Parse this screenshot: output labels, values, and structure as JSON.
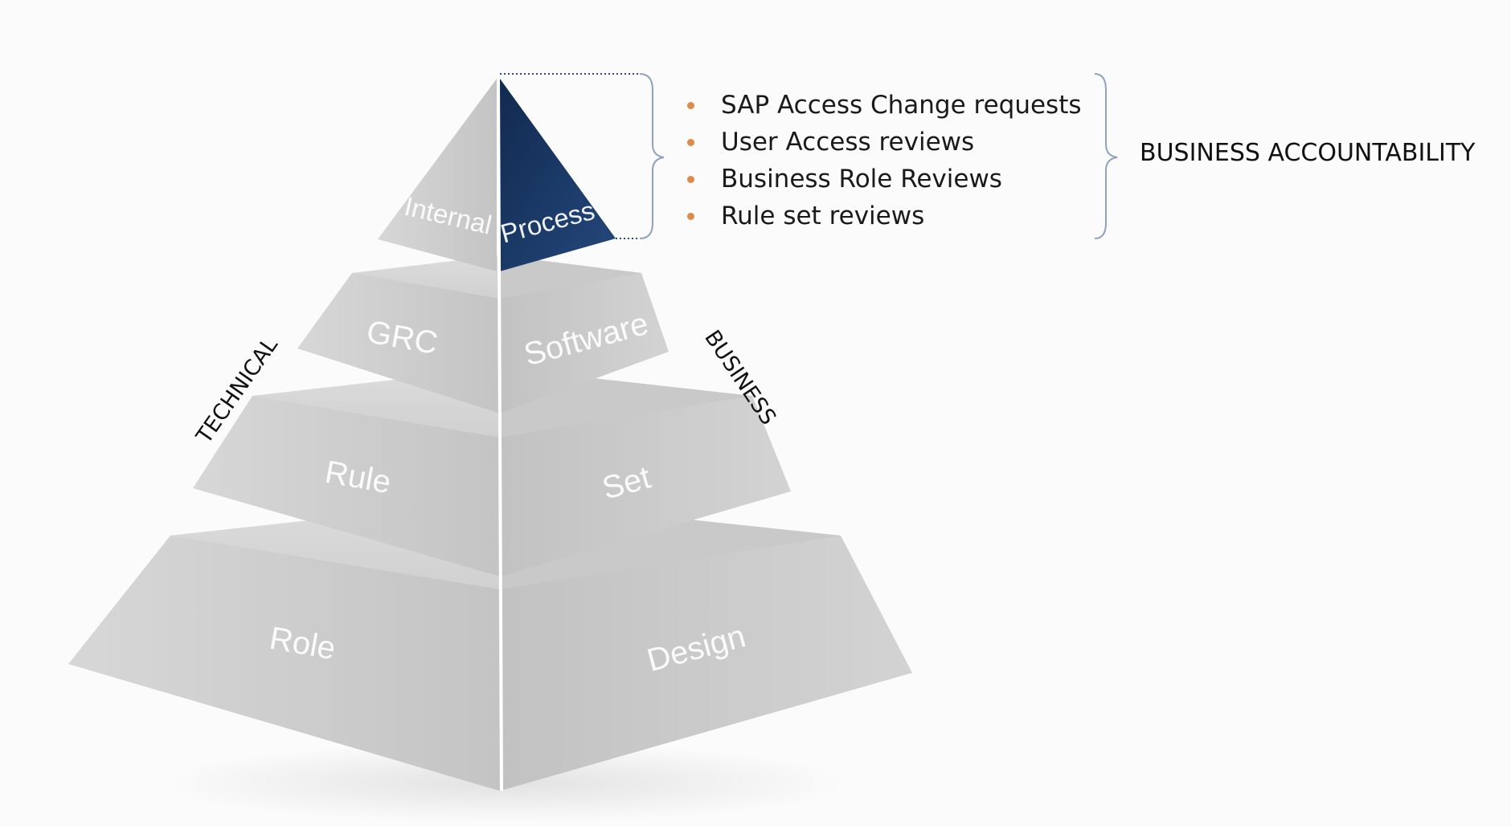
{
  "pyramid": {
    "apex_left": "Internal",
    "apex_right": "Process",
    "tier2_left": "GRC",
    "tier2_right": "Software",
    "tier3_left": "Rule",
    "tier3_right": "Set",
    "tier4_left": "Role",
    "tier4_right": "Design",
    "left_side": "TECHNICAL",
    "right_side": "BUSINESS"
  },
  "bullets": [
    "SAP Access Change requests",
    "User Access reviews",
    "Business Role Reviews",
    "Rule set reviews"
  ],
  "accountability": "BUSINESS ACCOUNTABILITY",
  "colors": {
    "highlight": "#1b3a66",
    "bullet_dot": "#e08a4a",
    "brace": "#8fa3bf"
  }
}
